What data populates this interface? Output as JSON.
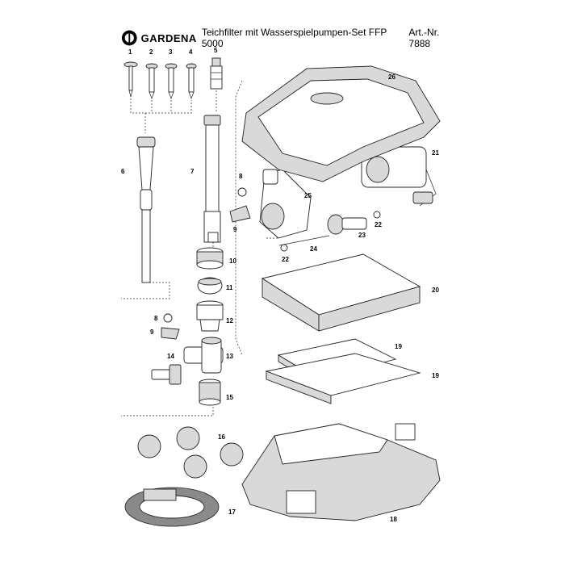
{
  "header": {
    "brand": "GARDENA",
    "title": "Teichfilter mit Wasserspielpumpen-Set FFP 5000",
    "article": "Art.-Nr. 7888"
  },
  "parts": {
    "p1": "1",
    "p2": "2",
    "p3": "3",
    "p4": "4",
    "p5": "5",
    "p6": "6",
    "p7": "7",
    "p8a": "8",
    "p8b": "8",
    "p9a": "9",
    "p9b": "9",
    "p10": "10",
    "p11": "11",
    "p12": "12",
    "p13": "13",
    "p14": "14",
    "p15": "15",
    "p16": "16",
    "p17": "17",
    "p18": "18",
    "p19a": "19",
    "p19b": "19",
    "p20": "20",
    "p21": "21",
    "p22a": "22",
    "p22b": "22",
    "p23": "23",
    "p24": "24",
    "p25": "25",
    "p26": "26"
  }
}
